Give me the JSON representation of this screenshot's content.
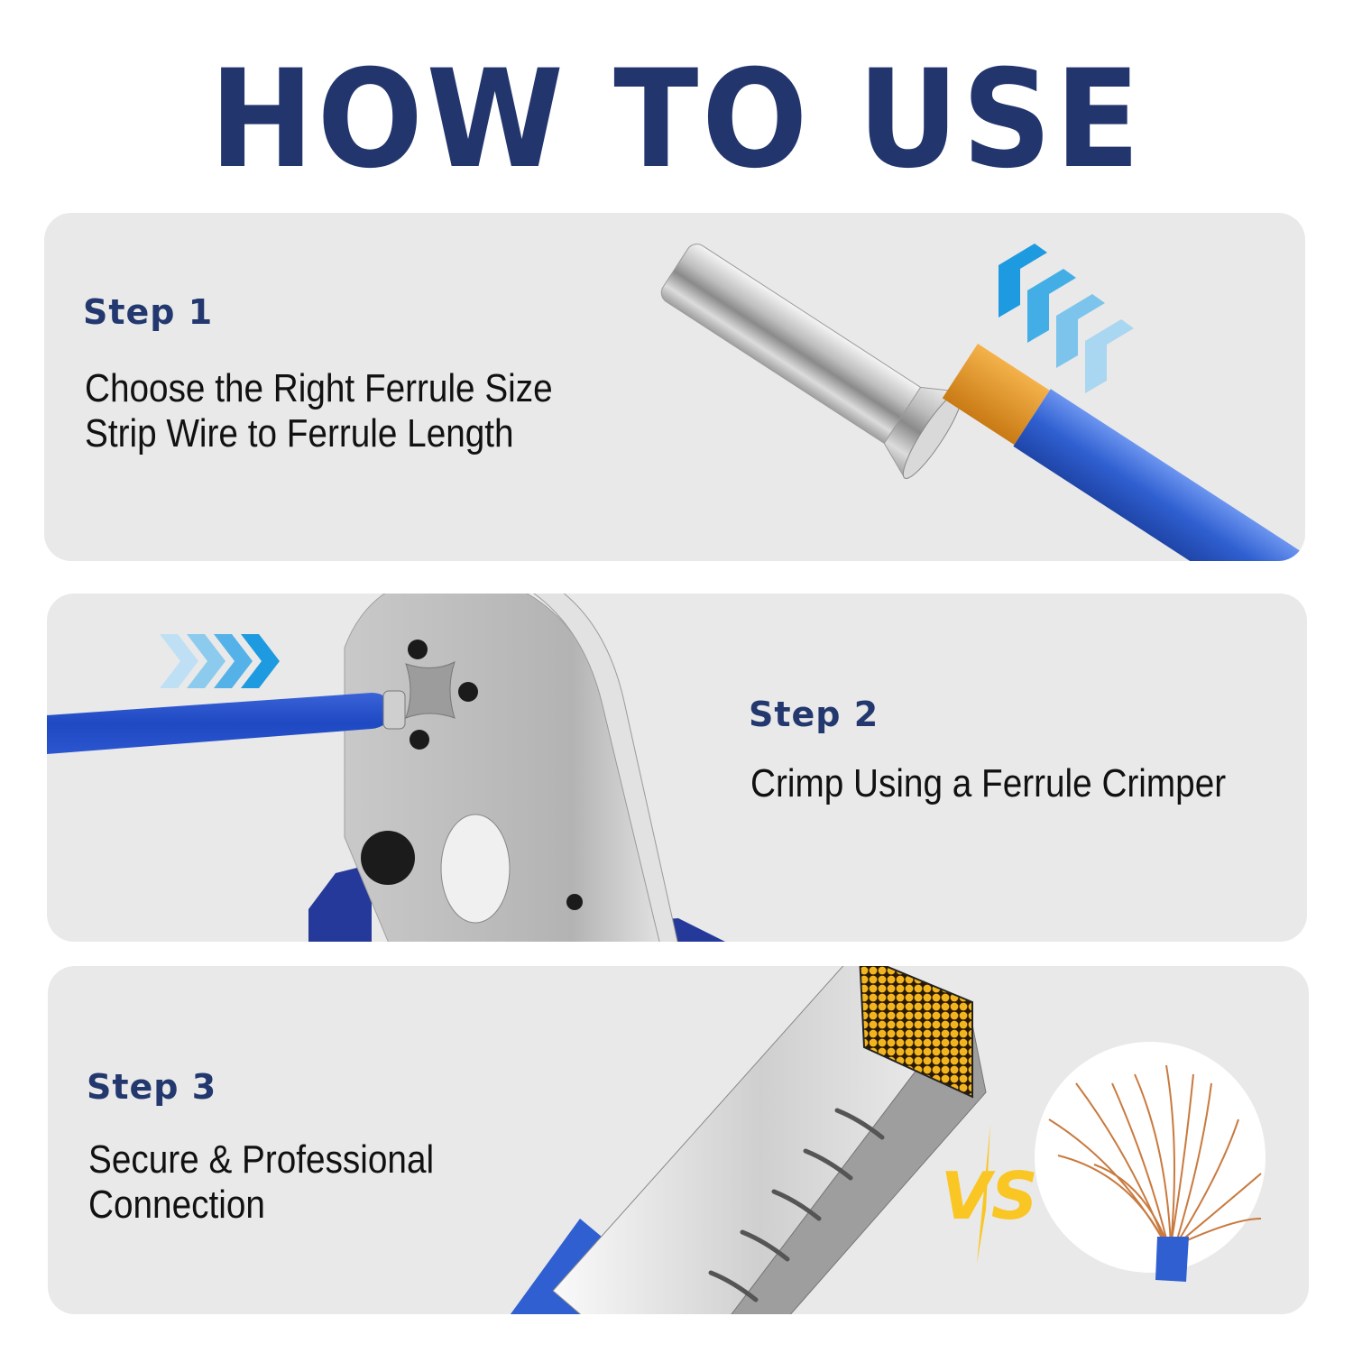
{
  "header": {
    "title": "HOW TO USE"
  },
  "steps": [
    {
      "label": "Step 1",
      "lines": [
        "Choose the Right Ferrule Size",
        "Strip Wire to Ferrule Length"
      ],
      "illustration": "ferrule-and-stripped-wire",
      "arrow_direction": "up-left"
    },
    {
      "label": "Step 2",
      "lines": [
        "Crimp Using a Ferrule Crimper"
      ],
      "illustration": "ferrule-crimper-tool",
      "arrow_direction": "right"
    },
    {
      "label": "Step 3",
      "lines": [
        "Secure & Professional",
        "Connection"
      ],
      "illustration": "crimped-ferrule-vs-frayed-wire",
      "comparison_badge": "VS"
    }
  ],
  "colors": {
    "title": "#22356d",
    "step_label": "#22386e",
    "panel_bg": "#e9e9e9",
    "wire_blue": "#2f5fd0",
    "arrow_blue": "#1e9be0",
    "copper": "#e8a03c",
    "vs_yellow": "#f9c623"
  }
}
